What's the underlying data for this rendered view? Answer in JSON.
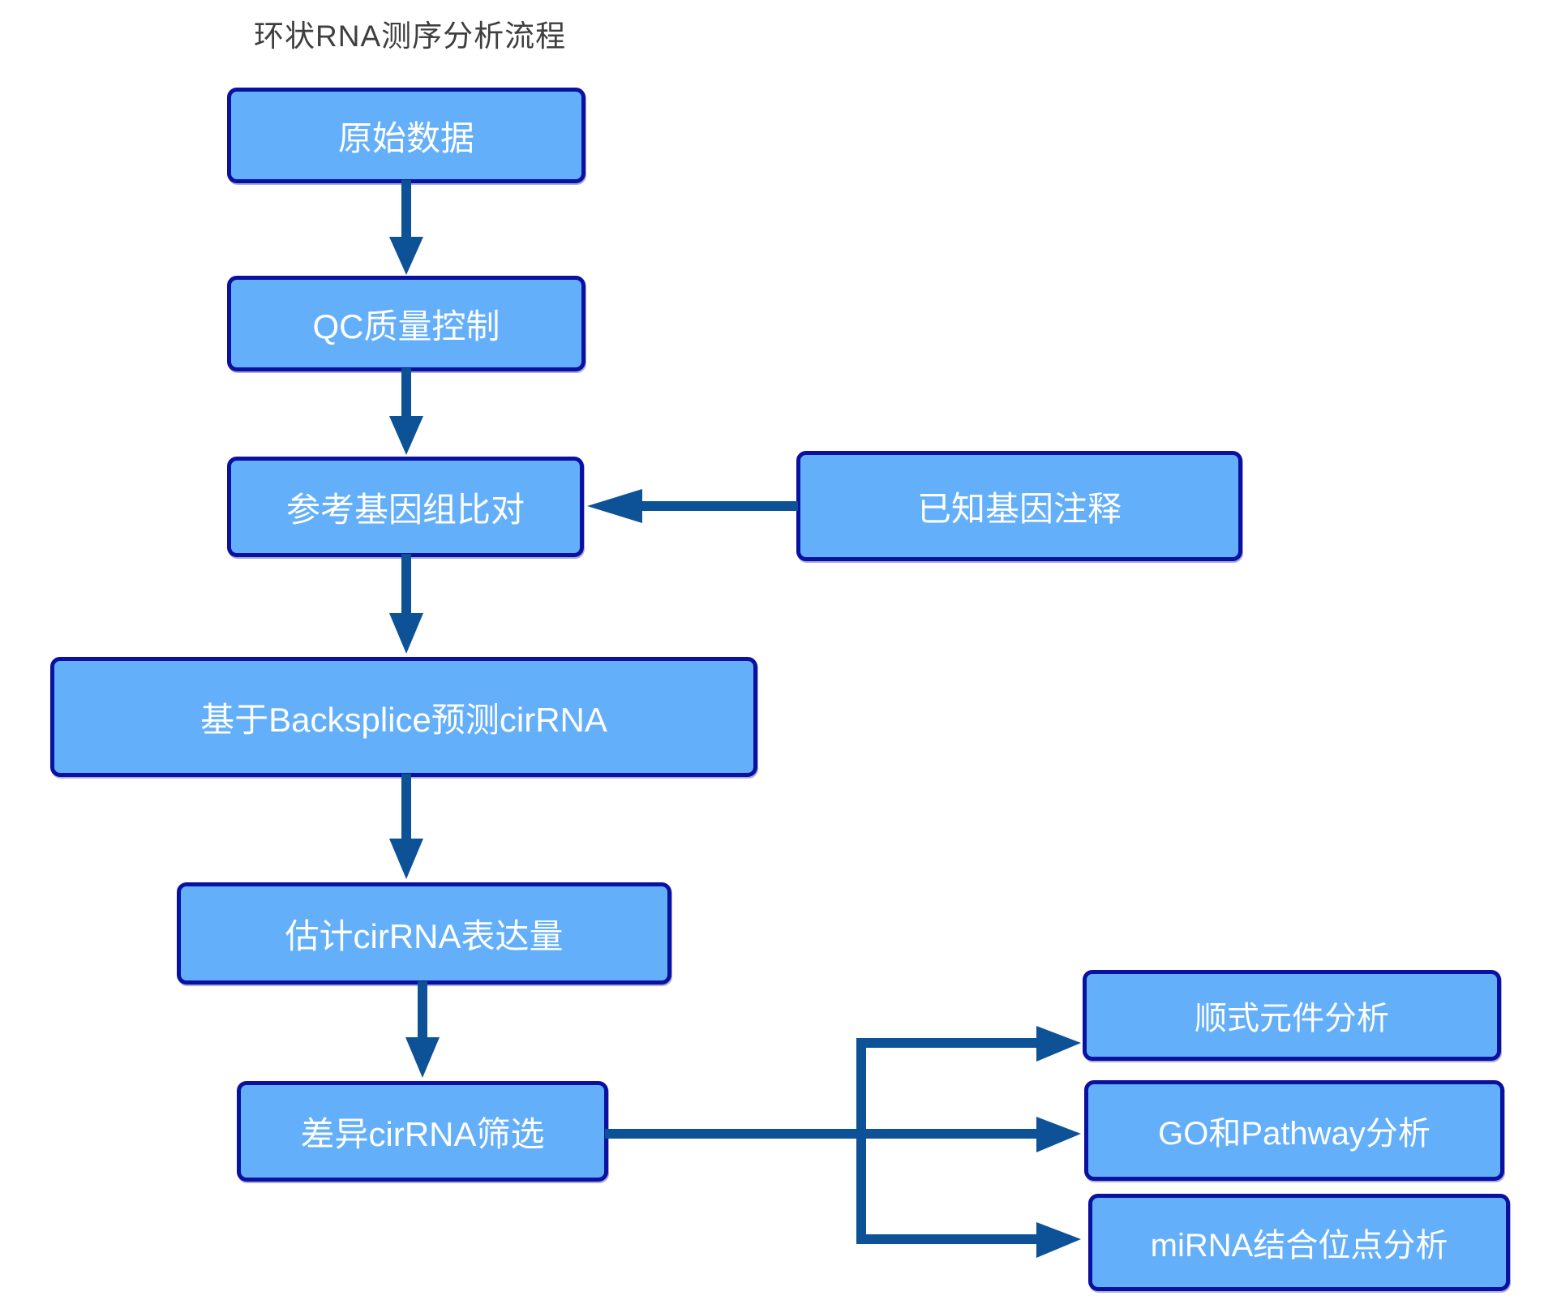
{
  "title": "环状RNA测序分析流程",
  "colors": {
    "box_fill": "#64affa",
    "box_border": "#0a10a0",
    "box_text": "#ffffff",
    "arrow": "#0d5296",
    "title_text": "#3f3f3f",
    "background": "#ffffff"
  },
  "nodes": {
    "raw_data": {
      "label": "原始数据"
    },
    "qc": {
      "label": "QC质量控制"
    },
    "ref_align": {
      "label": "参考基因组比对"
    },
    "gene_annotation": {
      "label": "已知基因注释"
    },
    "backsplice_predict": {
      "label": "基于Backsplice预测cirRNA"
    },
    "expression_estimate": {
      "label": "估计cirRNA表达量"
    },
    "diff_screen": {
      "label": "差异cirRNA筛选"
    },
    "cis_element": {
      "label": "顺式元件分析"
    },
    "go_pathway": {
      "label": "GO和Pathway分析"
    },
    "mirna_binding": {
      "label": "miRNA结合位点分析"
    }
  },
  "edges": [
    {
      "from": "raw_data",
      "to": "qc"
    },
    {
      "from": "qc",
      "to": "ref_align"
    },
    {
      "from": "gene_annotation",
      "to": "ref_align"
    },
    {
      "from": "ref_align",
      "to": "backsplice_predict"
    },
    {
      "from": "backsplice_predict",
      "to": "expression_estimate"
    },
    {
      "from": "expression_estimate",
      "to": "diff_screen"
    },
    {
      "from": "diff_screen",
      "to": "cis_element"
    },
    {
      "from": "diff_screen",
      "to": "go_pathway"
    },
    {
      "from": "diff_screen",
      "to": "mirna_binding"
    }
  ]
}
